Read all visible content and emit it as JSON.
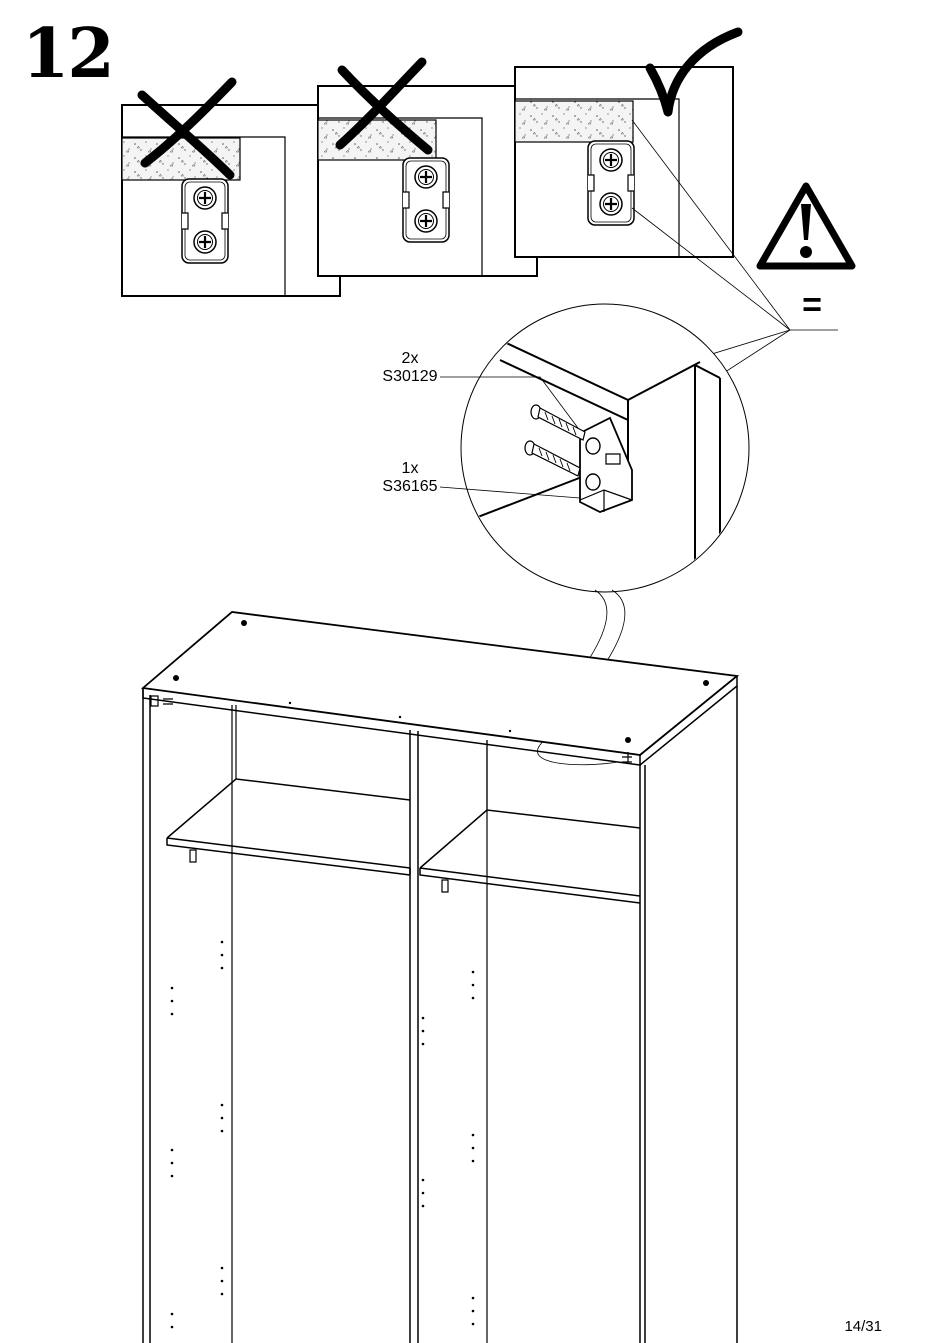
{
  "step": {
    "number": "12"
  },
  "parts": [
    {
      "qty": "2x",
      "code": "S30129"
    },
    {
      "qty": "1x",
      "code": "S36165"
    }
  ],
  "warning": {
    "icon": "warning-triangle-icon",
    "equals": "="
  },
  "checks": [
    {
      "icon": "cross-mark-icon",
      "meaning": "wrong"
    },
    {
      "icon": "cross-mark-icon",
      "meaning": "wrong"
    },
    {
      "icon": "check-mark-icon",
      "meaning": "correct"
    }
  ],
  "page": {
    "number": "14/31"
  }
}
